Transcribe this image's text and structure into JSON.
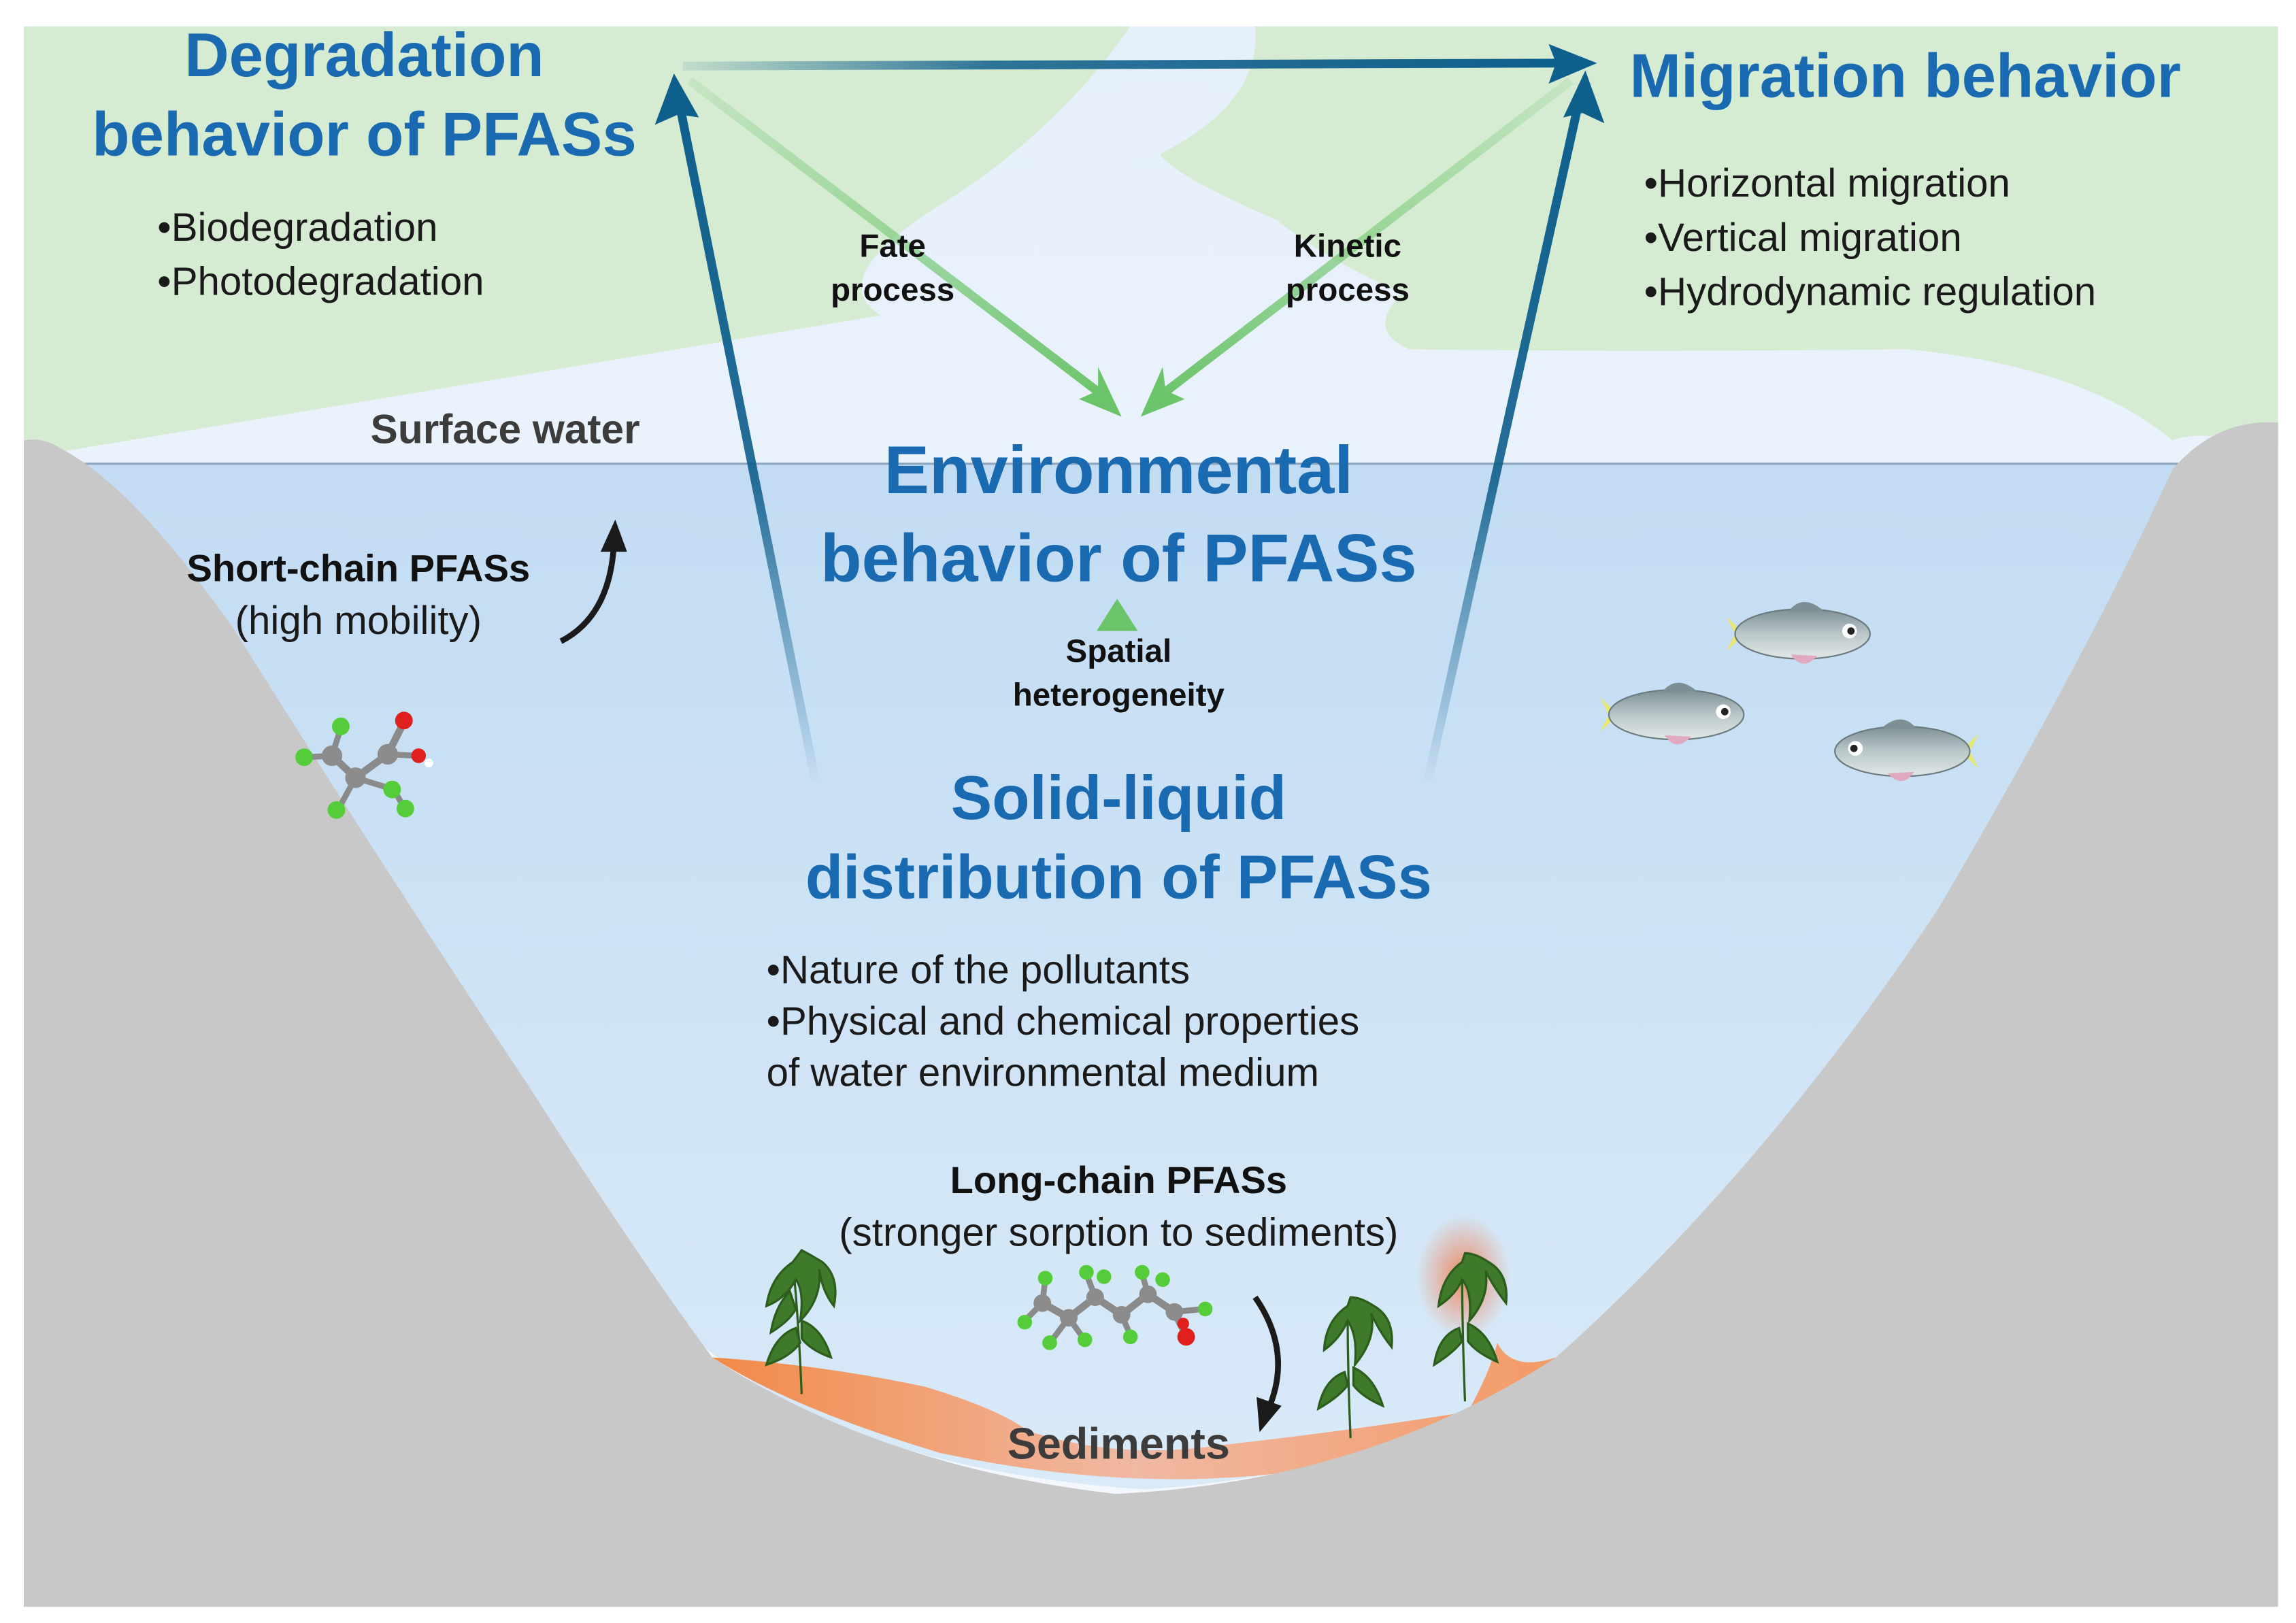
{
  "colors": {
    "title_blue": "#1a6ab1",
    "land_green": "#d5ebd2",
    "water_blue": "#c9e1f6",
    "ground_grey": "#c8c8c8",
    "sediment_orange": "#f08a4b",
    "arrow_dark_blue": "#0f5f8c",
    "arrow_green": "#6cc46a"
  },
  "degradation": {
    "title_line1": "Degradation",
    "title_line2": "behavior of PFASs",
    "items": [
      "•Biodegradation",
      "•Photodegradation"
    ]
  },
  "migration": {
    "title": "Migration behavior",
    "items": [
      "•Horizontal migration",
      "•Vertical migration",
      "•Hydrodynamic regulation"
    ]
  },
  "process_labels": {
    "fate_line1": "Fate",
    "fate_line2": "process",
    "kinetic_line1": "Kinetic",
    "kinetic_line2": "process",
    "spatial_line1": "Spatial",
    "spatial_line2": "heterogeneity"
  },
  "surface_water": "Surface water",
  "environmental": {
    "line1": "Environmental",
    "line2": "behavior of PFASs"
  },
  "short_chain": {
    "line1": "Short-chain PFASs",
    "line2": "(high mobility)"
  },
  "solid_liquid": {
    "line1": "Solid-liquid",
    "line2": "distribution of PFASs",
    "items": [
      "•Nature of the pollutants",
      "•Physical and chemical properties",
      "of water environmental medium"
    ]
  },
  "long_chain": {
    "line1": "Long-chain PFASs",
    "line2": "(stronger sorption to sediments)"
  },
  "sediments": "Sediments"
}
